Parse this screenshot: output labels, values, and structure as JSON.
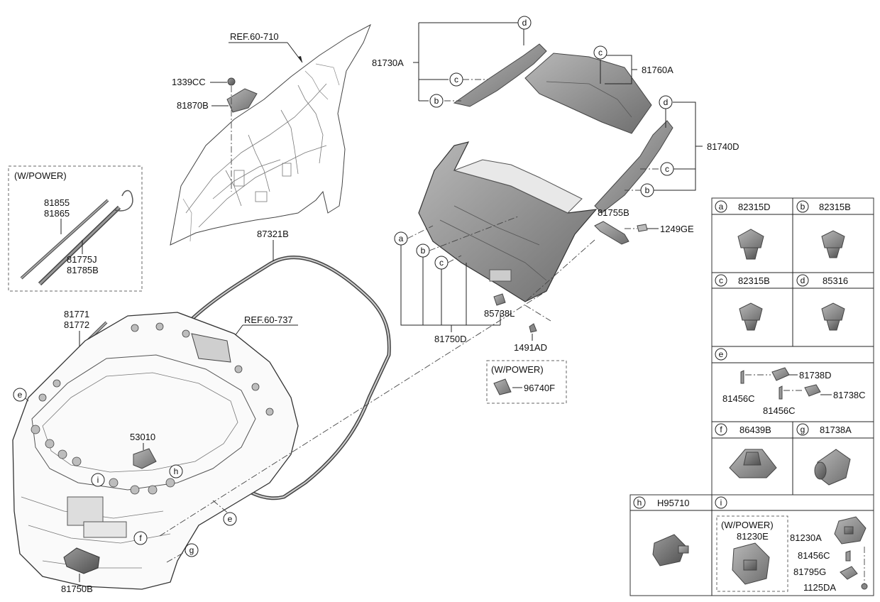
{
  "ref_labels": {
    "ref1": "REF.60-710",
    "ref2": "REF.60-737"
  },
  "group_labels": {
    "w_power_1": "(W/POWER)",
    "w_power_2": "(W/POWER)",
    "w_power_3": "(W/POWER)"
  },
  "parts": {
    "p1339CC": "1339CC",
    "p81870B": "81870B",
    "p87321B": "87321B",
    "p81855": "81855",
    "p81865": "81865",
    "p81775J": "81775J",
    "p81785B": "81785B",
    "p81771": "81771",
    "p81772": "81772",
    "p53010": "53010",
    "p81750B": "81750B",
    "p81730A": "81730A",
    "p81760A": "81760A",
    "p81740D": "81740D",
    "p81755B": "81755B",
    "p1249GE": "1249GE",
    "p85738L": "85738L",
    "p81750D": "81750D",
    "p1491AD": "1491AD",
    "p96740F": "96740F"
  },
  "callouts": {
    "a": "a",
    "b": "b",
    "c": "c",
    "d": "d",
    "e": "e",
    "f": "f",
    "g": "g",
    "h": "h",
    "i": "i"
  },
  "table": {
    "a": "82315D",
    "b": "82315B",
    "c": "82315B",
    "d": "85316",
    "f": "86439B",
    "g": "81738A",
    "h": "H95710",
    "e_parts": {
      "p1": "81738D",
      "p2": "81456C",
      "p3": "81456C",
      "p4": "81738C"
    },
    "i_parts": {
      "p1": "81230E",
      "p2": "81230A",
      "p3": "81456C",
      "p4": "81795G",
      "p5": "1125DA"
    }
  },
  "colors": {
    "part_fill": "#8c8c8c",
    "part_dark": "#5e5e5e",
    "outline": "#222222"
  }
}
